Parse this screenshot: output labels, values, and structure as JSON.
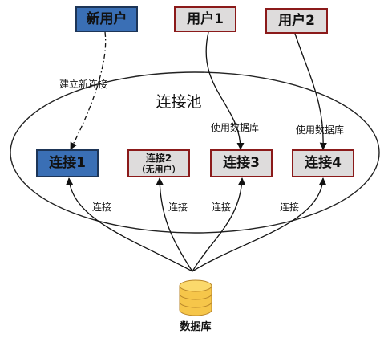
{
  "users": {
    "new_user": "新用户",
    "user1": "用户1",
    "user2": "用户2"
  },
  "pool": {
    "title": "连接池"
  },
  "connections": {
    "conn1": "连接1",
    "conn2_line1": "连接2",
    "conn2_line2": "（无用户）",
    "conn3": "连接3",
    "conn4": "连接4"
  },
  "labels": {
    "establish_new": "建立新连接",
    "use_db_1": "使用数据库",
    "use_db_2": "使用数据库",
    "connect_1": "连接",
    "connect_2": "连接",
    "connect_3": "连接",
    "connect_4": "连接"
  },
  "database": {
    "label": "数据库"
  },
  "colors": {
    "blue_box": "#3a6fb5",
    "blue_border": "#1d3557",
    "grey_box": "#dedcdc",
    "red_border": "#8b1a1a",
    "db_fill": "#f6c64a",
    "db_stroke": "#b9862a"
  }
}
